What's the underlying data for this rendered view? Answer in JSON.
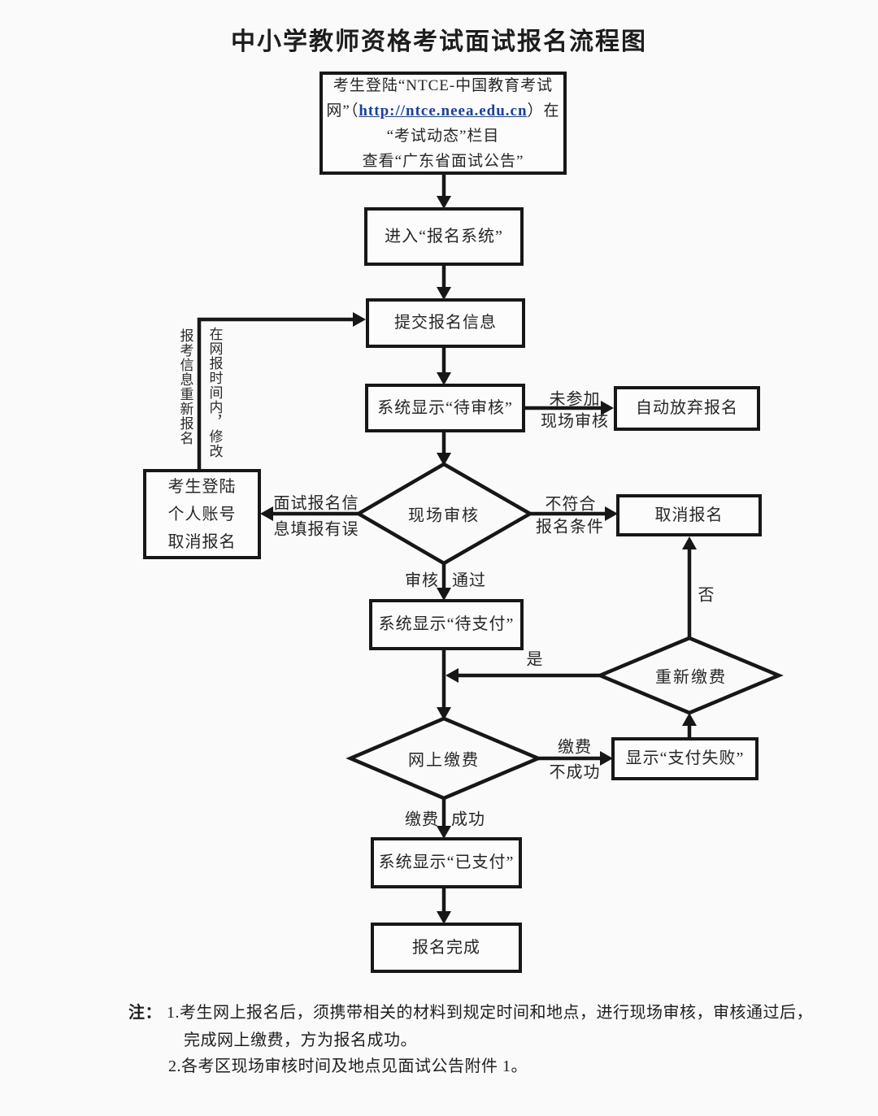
{
  "title": "中小学教师资格考试面试报名流程图",
  "colors": {
    "background": "#fafafa",
    "line": "#171717",
    "text": "#262626",
    "link": "#1c3f9e"
  },
  "nodes": {
    "login": {
      "line1": "考生登陆“NTCE-中国教育考试",
      "line2_pre": "网”（",
      "url": "http://ntce.neea.edu.cn",
      "line2_post": "）在",
      "line3": "“考试动态”栏目",
      "line4": "查看“广东省面试公告”"
    },
    "enter_system": "进入“报名系统”",
    "submit_info": "提交报名信息",
    "pending_review": "系统显示“待审核”",
    "auto_abandon": "自动放弃报名",
    "cancel_account": {
      "line1": "考生登陆",
      "line2": "个人账号",
      "line3": "取消报名"
    },
    "onsite_review": "现场审核",
    "cancel_registration": "取消报名",
    "pending_payment": "系统显示“待支付”",
    "repay": "重新缴费",
    "online_payment": "网上缴费",
    "payment_failed": "显示“支付失败”",
    "paid": "系统显示“已支付”",
    "complete": "报名完成"
  },
  "edge_labels": {
    "no_onsite_1": "未参加",
    "no_onsite_2": "现场审核",
    "info_error_1": "面试报名信",
    "info_error_2": "息填报有误",
    "not_qualified_1": "不符合",
    "not_qualified_2": "报名条件",
    "review": "审核",
    "pass": "通过",
    "yes": "是",
    "no": "否",
    "pay_fail_1": "缴费",
    "pay_fail_2": "不成功",
    "pay_ok_1": "缴费",
    "pay_ok_2": "成功"
  },
  "annotation": {
    "right_col": "在网报时间内，修改",
    "left_col": "报考信息重新报名"
  },
  "notes": {
    "prefix": "注：",
    "item1_line1": "1.考生网上报名后，须携带相关的材料到规定时间和地点，进行现场审核，审核通过后，",
    "item1_line2": "完成网上缴费，方为报名成功。",
    "item2": "2.各考区现场审核时间及地点见面试公告附件 1。"
  }
}
